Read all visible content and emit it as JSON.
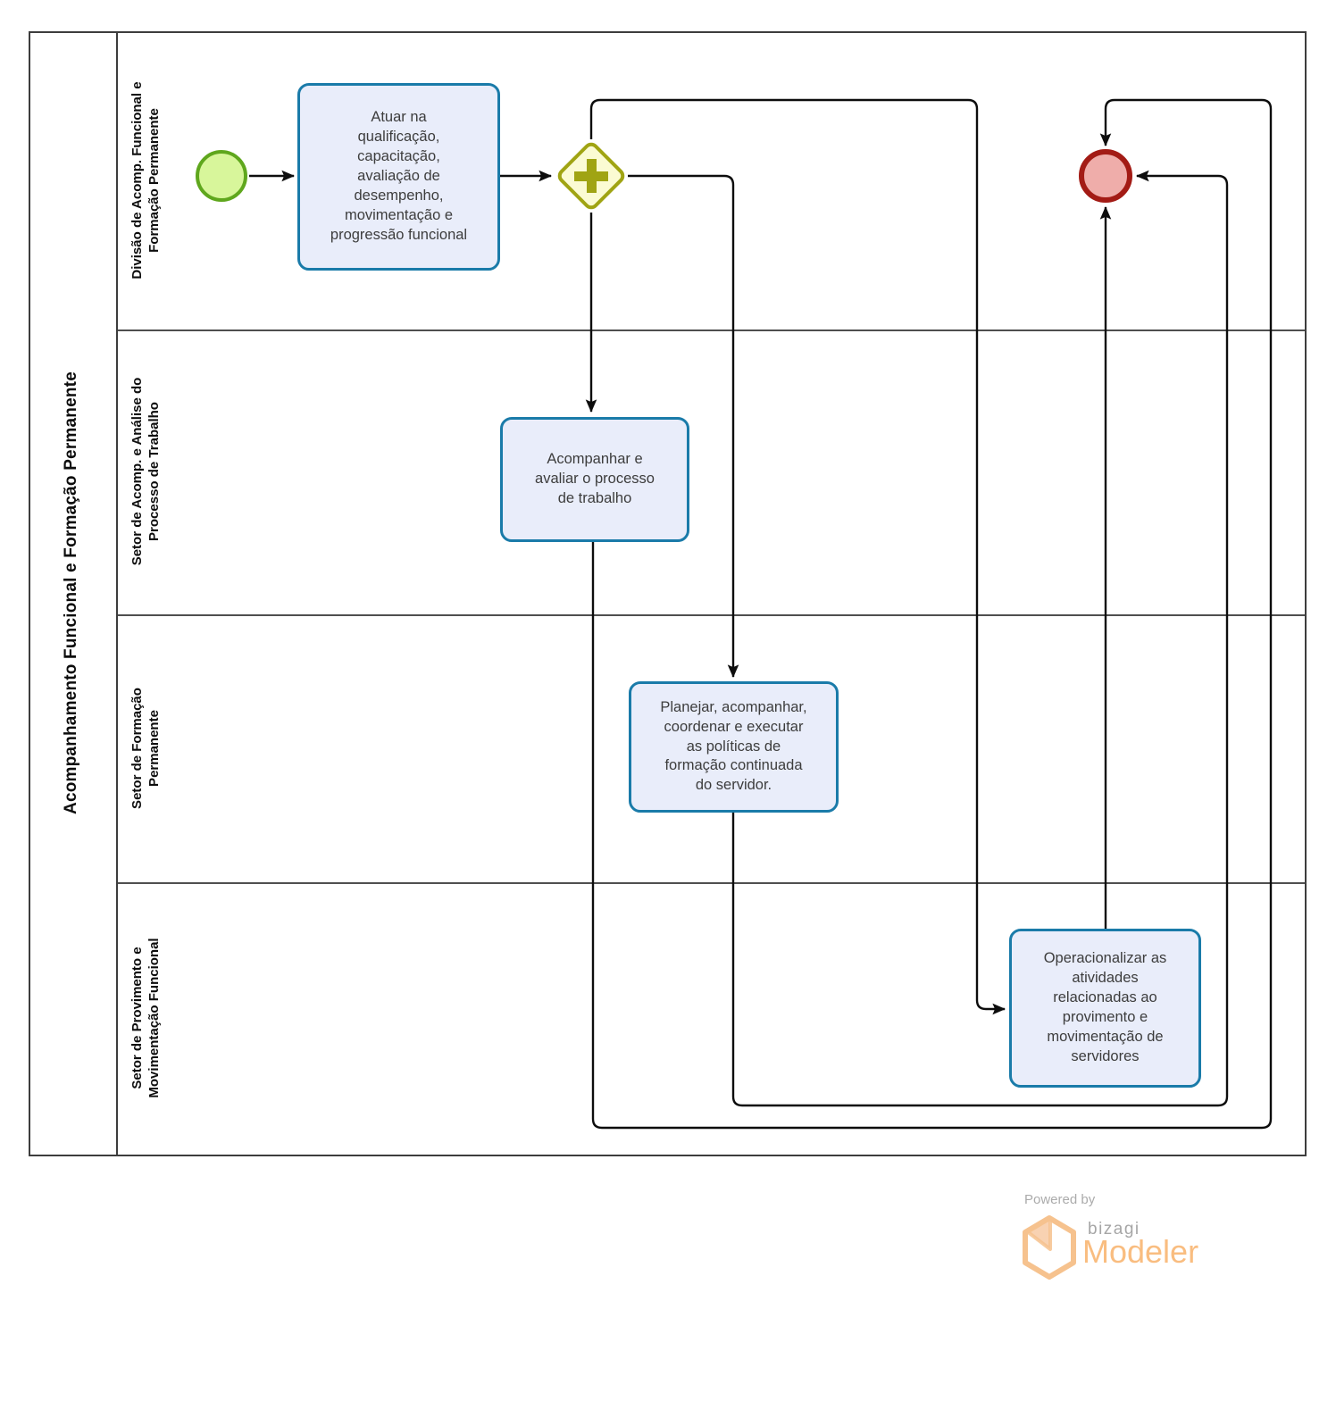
{
  "diagram": {
    "pool_title": "Acompanhamento Funcional e Formação Permanente",
    "lanes": [
      {
        "label": "Divisão de Acomp. Funcional e\nFormação Permanente"
      },
      {
        "label": "Setor de Acomp. e Análise do\nProcesso de Trabalho"
      },
      {
        "label": "Setor de Formação\nPermanente"
      },
      {
        "label": "Setor de Provimento e\nMovimentação Funcional"
      }
    ],
    "start_event": {
      "type": "start"
    },
    "gateway": {
      "type": "parallel"
    },
    "end_event": {
      "type": "end"
    },
    "tasks": [
      {
        "id": "task-atuar",
        "label": "Atuar na\nqualificação,\ncapacitação,\navaliação de\ndesempenho,\nmovimentação e\nprogressão funcional"
      },
      {
        "id": "task-acompanhar",
        "label": "Acompanhar e\navaliar o processo\nde trabalho"
      },
      {
        "id": "task-planejar",
        "label": "Planejar, acompanhar,\ncoordenar e executar\nas políticas de\nformação continuada\ndo servidor."
      },
      {
        "id": "task-operacionalizar",
        "label": "Operacionalizar as\natividades\nrelacionadas ao\nprovimento e\nmovimentação de\nservidores"
      }
    ],
    "flows": [
      {
        "from": "start-event",
        "to": "task-atuar"
      },
      {
        "from": "task-atuar",
        "to": "parallel-gateway"
      },
      {
        "from": "parallel-gateway",
        "to": "task-acompanhar"
      },
      {
        "from": "parallel-gateway",
        "to": "task-planejar"
      },
      {
        "from": "parallel-gateway",
        "to": "task-operacionalizar"
      },
      {
        "from": "task-acompanhar",
        "to": "end-event"
      },
      {
        "from": "task-planejar",
        "to": "end-event"
      },
      {
        "from": "task-operacionalizar",
        "to": "end-event"
      }
    ]
  },
  "footer": {
    "powered_by": "Powered by",
    "brand": "bizagi",
    "product": "Modeler"
  },
  "colors": {
    "task_border": "#1a7ba9",
    "task_fill": "#e9edfa",
    "start_border": "#5fa71d",
    "start_fill": "#d8f69b",
    "gateway_border": "#a0a413",
    "gateway_fill": "#fbfbd3",
    "end_border": "#a31b15",
    "end_fill": "#efadaa",
    "flow_line": "#0d0d0d",
    "lane_border": "#4f4f4f",
    "logo_orange": "#f9bd80",
    "logo_gray": "#a6a6a6"
  }
}
